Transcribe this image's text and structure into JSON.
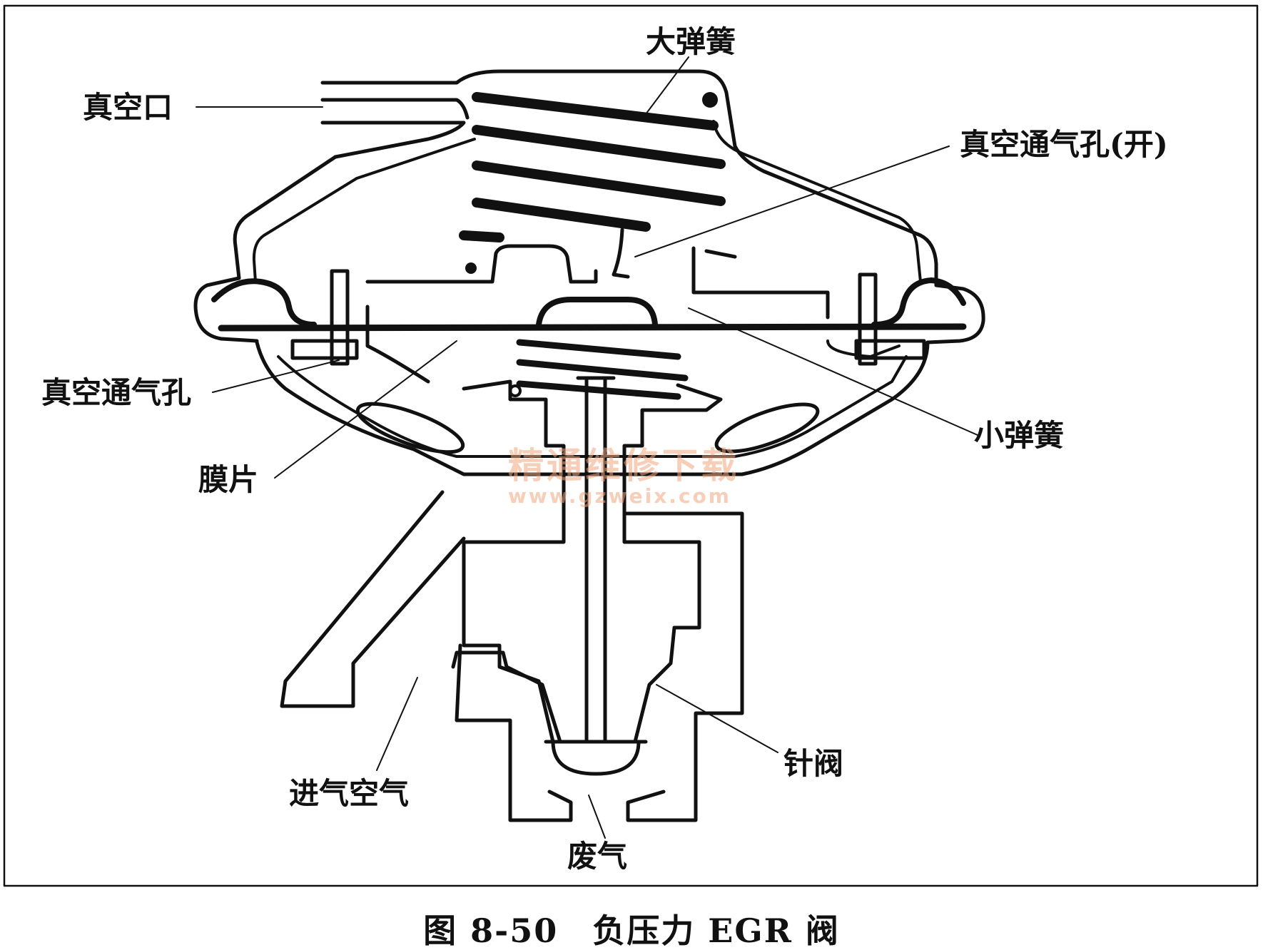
{
  "labels": {
    "big_spring": "大弹簧",
    "vacuum_port": "真空口",
    "vacuum_vent_open": "真空通气孔(开)",
    "vacuum_vent": "真空通气孔",
    "small_spring": "小弹簧",
    "diaphragm": "膜片",
    "needle_valve": "针阀",
    "intake_air": "进气空气",
    "exhaust_gas": "废气"
  },
  "watermark": {
    "line1": "精通维修下载",
    "line2": "www.gzweix.com"
  },
  "caption": "图 8-50　负压力 EGR 阀"
}
